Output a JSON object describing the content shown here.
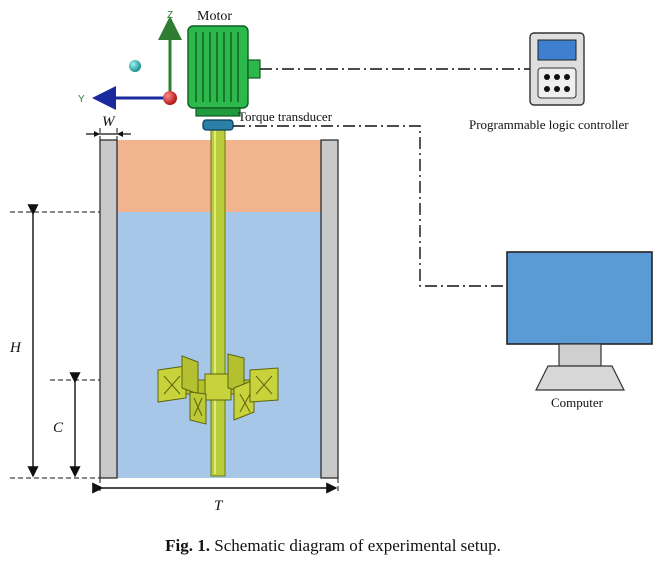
{
  "labels": {
    "motor": "Motor",
    "torque": "Torque transducer",
    "plc": "Programmable logic controller",
    "computer": "Computer",
    "w": "W",
    "h": "H",
    "c": "C",
    "t": "T"
  },
  "axes": {
    "z": "Z",
    "y": "Y"
  },
  "caption": {
    "prefix": "Fig. 1.",
    "text": "Schematic diagram of experimental setup."
  },
  "colors": {
    "motor": "#2db84b",
    "liquid_top": "#f2b38f",
    "liquid_main": "#a7c7e8",
    "wall": "#c9c9c9",
    "shaft": "#b9cc3a",
    "impeller": "#c8d23a",
    "screen": "#5b9bd5",
    "axis_z": "#2e7d32",
    "axis_y": "#1a2a9c",
    "origin": "#d81b1b",
    "ball": "#1cb4b4"
  }
}
